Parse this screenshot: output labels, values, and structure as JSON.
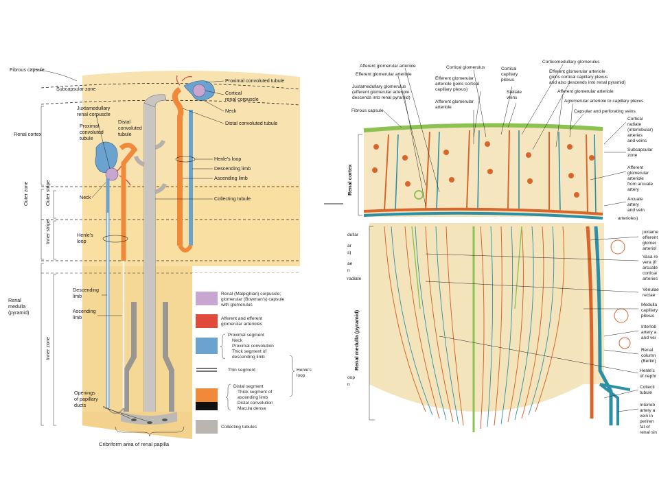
{
  "colors": {
    "cortex_bg": "#f7e2b0",
    "medulla_bg": "#f6dfa4",
    "corpuscle": "#c7a6cf",
    "arteriole": "#e04a3a",
    "proximal": "#6aa3cf",
    "distal": "#f08a3a",
    "collecting": "#b9b6b2",
    "right_bg": "#f5e6c0",
    "right_arterial": "#d9652a",
    "right_venous": "#2d8fa5",
    "right_capsule": "#8cc251"
  },
  "left_panel": {
    "zones": {
      "fibrous_capsule": "Fibrous capsule",
      "subcapsular_zone": "Subcapsular zone",
      "renal_cortex": "Renal cortex",
      "outer_zone": "Outer zone",
      "outer_stripe": "Outer stripe",
      "inner_stripe": "Inner stripe",
      "inner_zone": "Inner zone",
      "renal_medulla": "Renal medulla (pyramid)"
    },
    "labels": {
      "proximal_convoluted_tubule": "Proximal convoluted tubule",
      "cortical_renal_corpuscle": "Cortical renal corpuscle",
      "neck_right": "Neck",
      "distal_convoluted_tubule": "Distal convoluted tubule",
      "henles_loop_right": "Henle's loop",
      "descending_limb_right": "Descending limb",
      "ascending_limb_right": "Ascending limb",
      "collecting_tubule": "Collecting tubule",
      "juxtamedullary_renal_corpuscle": "Juxtamedullary renal corpuscle",
      "proximal_convoluted_tubule_left": "Proximal convoluted tubule",
      "distal_convoluted_tubule_left": "Distal convoluted tubule",
      "neck_left": "Neck",
      "henles_loop_left": "Henle's loop",
      "descending_limb_left": "Descending limb",
      "ascending_limb_left": "Ascending limb",
      "openings_of_papillary_ducts": "Openings of papillary ducts",
      "cribriform_area": "Cribriform area of renal papilla"
    },
    "legend": {
      "corpuscle": "Renal (Malpighian) corpuscle; glomerular (Bowman's) capsule with glomerulus",
      "arterioles": "Afferent and efferent glomerular arterioles",
      "proximal_segment": "Proximal segment",
      "neck": "Neck",
      "proximal_convolution": "Proximal convolution",
      "thick_descending": "Thick segment of descending limb",
      "thin_segment": "Thin segment",
      "henles_loop": "Henle's loop",
      "distal_segment": "Distal segment",
      "thick_ascending": "Thick segment of ascending limb",
      "distal_convolution": "Distal convolution",
      "macula_densa": "Macula densa",
      "collecting_tubules": "Collecting tubules"
    }
  },
  "right_panel": {
    "labels": {
      "afferent_glomerular_arteriole": "Afferent glomerular arteriole",
      "efferent_glomerular_arteriole": "Efferent glomerular arteriole",
      "juxtamedullary_glomerulus": "Juxtamedullary glomerulus (efferent glomerular arteriole descends into renal pyramid)",
      "fibrous_capsule": "Fibrous capsule",
      "cortical_glomerulus": "Cortical glomerulus",
      "efferent_joins_cortical": "Efferent glomerular arteriole (joins cortical capillary plexus)",
      "afferent_glomerular_arteriole_2": "Afferent glomerular arteriole",
      "cortical_capillary_plexus": "Cortical capillary plexus",
      "stellate_veins": "Stellate veins",
      "corticomedullary_glomerulus": "Corticomedullary glomerulus",
      "efferent_joins_both": "Efferent glomerular arteriole (joins cortical capillary plexus and also descends into renal pyramid)",
      "afferent_glomerular_arteriole_3": "Afferent glomerular arteriole",
      "aglomerular": "Aglomerular arteriole to capillary plexus",
      "capsular_perforating": "Capsular and perforating veins",
      "cortical_radiate": "Cortical radiate (interlobular) arteries and veins",
      "subcapsular_zone": "Subcapsular zone",
      "afferent_from_arcuate": "Afferent glomerular arteriole from arcuate artery",
      "arcuate_artery_vein": "Arcuate artery and vein",
      "renal_cortex": "Renal cortex",
      "renal_medulla": "Renal medulla (pyramid)",
      "arterioles_cut": "arterioles)",
      "juxtamedullary_cut": "juxtamedullary efferent glomerular arterioles",
      "vasa_recta_cut": "Vasa recta vera (from arcuate cortical arteries)",
      "venulae_rectae_cut": "Venulae rectae",
      "medullary_plexus_cut": "Medullary capillary plexus",
      "interlobar_cut": "Interlobar artery and vein",
      "renal_column_cut": "Renal column (Bertin)",
      "henles_loop_cut": "Henle's loop of nephron",
      "collecting_tubule_cut": "Collecting tubule",
      "interlobar_perirenal_cut": "Interlobar artery and vein in perirenal fat of renal sinus",
      "left_cut_1": "dullar",
      "left_cut_2": "ar",
      "left_cut_3": "s)",
      "left_cut_4": "ae",
      "left_cut_5": "n",
      "left_cut_6": "radiate",
      "left_cut_7": "oop",
      "left_cut_8": "n"
    }
  }
}
